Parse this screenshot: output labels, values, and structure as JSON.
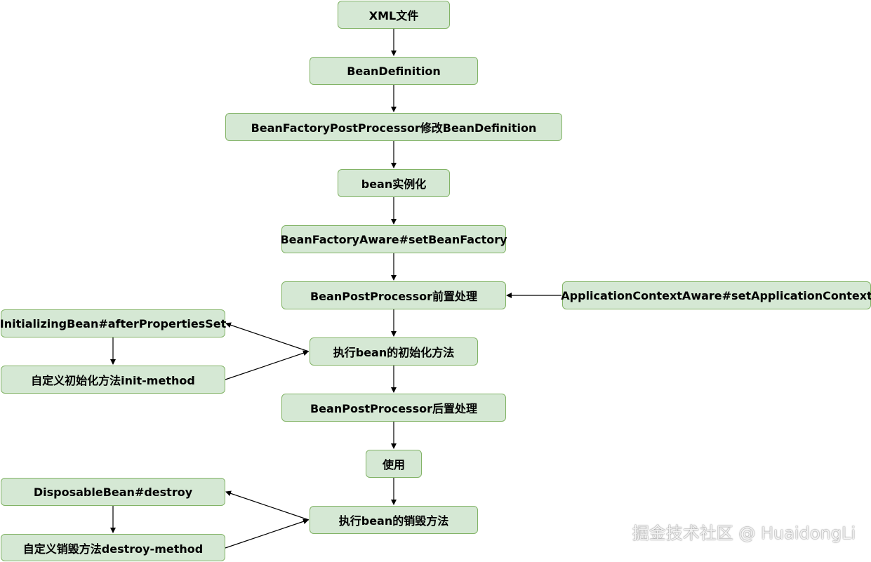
{
  "nodes": {
    "xml_file": "XML文件",
    "bean_definition": "BeanDefinition",
    "bfpp_modify": "BeanFactoryPostProcessor修改BeanDefinition",
    "bean_instantiate": "bean实例化",
    "bean_factory_aware": "BeanFactoryAware#setBeanFactory",
    "bpp_before": "BeanPostProcessor前置处理",
    "app_context_aware": "ApplicationContextAware#setApplicationContext",
    "initializing_bean": "InitializingBean#afterPropertiesSet",
    "exec_init": "执行bean的初始化方法",
    "custom_init": "自定义初始化方法init-method",
    "bpp_after": "BeanPostProcessor后置处理",
    "use": "使用",
    "disposable_bean": "DisposableBean#destroy",
    "exec_destroy": "执行bean的销毁方法",
    "custom_destroy": "自定义销毁方法destroy-method"
  },
  "colors": {
    "node_fill": "#d5e8d4",
    "node_stroke": "#82b366",
    "edge": "#000000"
  },
  "watermark": "掘金技术社区 @ HuaidongLi"
}
